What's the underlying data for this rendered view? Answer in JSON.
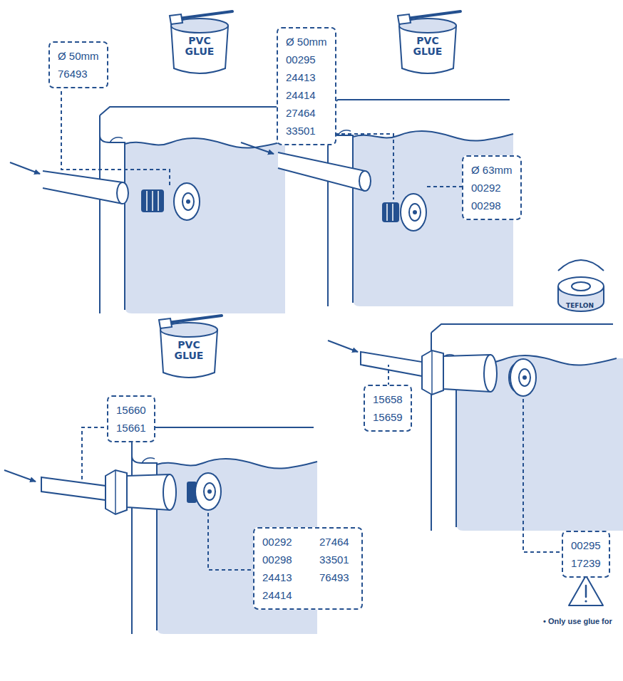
{
  "diagram": {
    "nodes": [
      {
        "text": [
          "Ø 50mm",
          "76493"
        ]
      },
      {
        "text": [
          "Ø 50mm",
          "00295 24413 24414 27464 33501"
        ]
      },
      {
        "text": [
          "Ø 63mm",
          "00292 00298"
        ]
      },
      {
        "text": [
          "15660 15661"
        ]
      },
      {
        "text": [
          "00292 00298 24413 24414 27464 33501 76493"
        ]
      },
      {
        "text": [
          "15658 15659"
        ]
      },
      {
        "text": [
          "00295 17239"
        ]
      }
    ],
    "labels": [
      "PVC GLUE",
      "PVC GLUE",
      "PVC GLUE",
      "TEFLON",
      "• Only use glue for"
    ]
  }
}
